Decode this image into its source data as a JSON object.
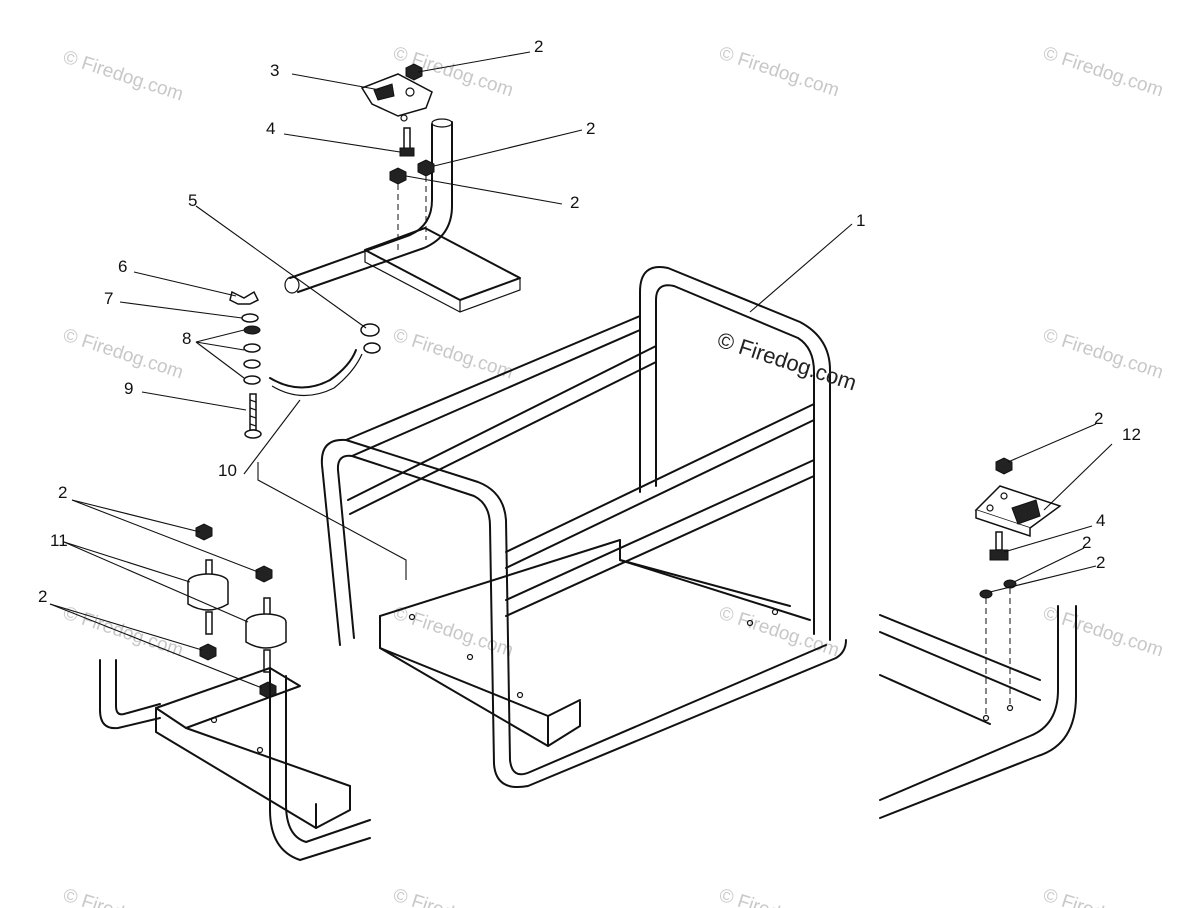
{
  "watermark": {
    "main_text": "© Firedog.com",
    "tile_text": "© Firedog.com"
  },
  "callouts": {
    "c1": "1",
    "c2a": "2",
    "c2b": "2",
    "c2c": "2",
    "c2d": "2",
    "c2e": "2",
    "c2f": "2",
    "c2g": "2",
    "c2h": "2",
    "c3": "3",
    "c4a": "4",
    "c4b": "4",
    "c5": "5",
    "c6": "6",
    "c7": "7",
    "c8": "8",
    "c9": "9",
    "c10": "10",
    "c11": "11",
    "c12": "12"
  }
}
